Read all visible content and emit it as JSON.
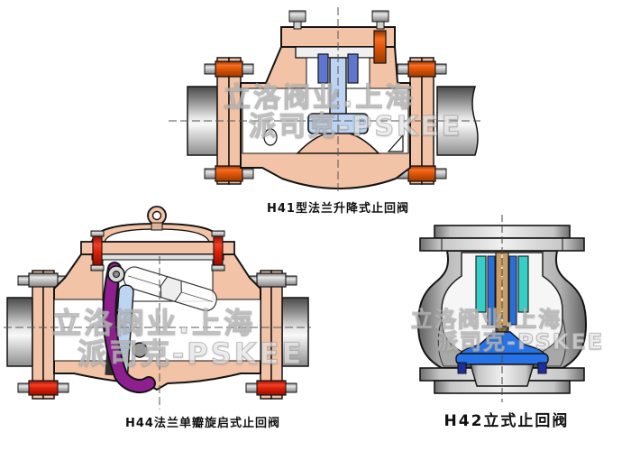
{
  "figures": [
    {
      "id": "h41",
      "caption": "H41型法兰升降式止回阀",
      "type": "lift-check-valve-cross-section"
    },
    {
      "id": "h44",
      "caption": "H44法兰单瓣旋启式止回阀",
      "type": "swing-check-valve-cross-section"
    },
    {
      "id": "h42",
      "caption": "H42立式止回阀",
      "type": "vertical-check-valve-cross-section"
    }
  ],
  "watermark": {
    "line1": "立洛阀业.上海",
    "line2": "派司克-PSKEE"
  },
  "colors": {
    "background": "#ffffff",
    "valve_body_salmon": "#f2c3a7",
    "bolt_orange": "#e8560f",
    "bolt_red": "#e02810",
    "disc_light_blue": "#bdd4f2",
    "disc_guide_blue": "#5e76cf",
    "swing_arm_purple": "#8d1f8f",
    "h42_disc_blue": "#2673e8",
    "h42_sleeve_cyan": "#35cfc7",
    "h42_stem_tan": "#c89e66",
    "pipe_gray": "#8a8a8a",
    "outline": "#141414"
  }
}
